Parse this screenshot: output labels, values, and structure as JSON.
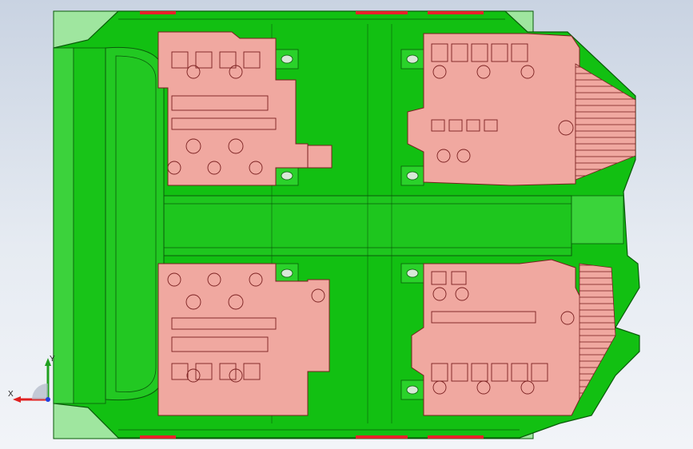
{
  "viewport": {
    "model_color": "#12c012",
    "model_light": "#8ee88e",
    "model_edge": "#0a5a0a",
    "insert_color": "#f0a8a0",
    "insert_edge": "#7a2020",
    "marker_color": "#e8202a",
    "icons": [
      "mold-base-model",
      "insert-block",
      "axis-triad-icon"
    ]
  },
  "triad": {
    "x_label": "X",
    "y_label": "Y",
    "x_color": "#e02020",
    "y_color": "#20a020",
    "z_color": "#2040e0"
  }
}
